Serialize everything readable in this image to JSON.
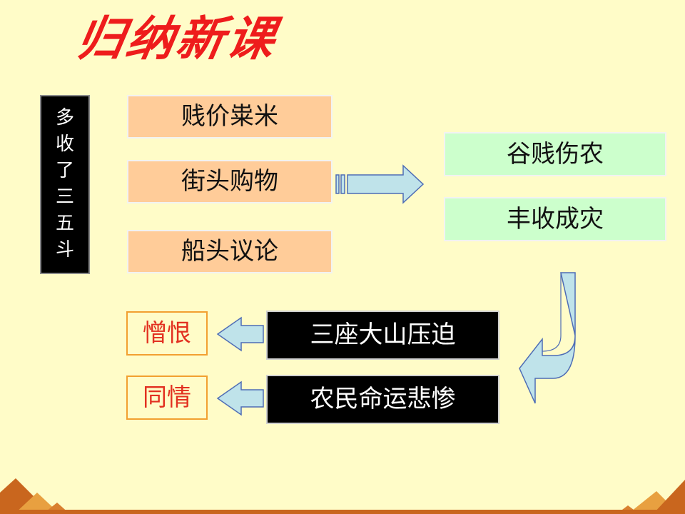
{
  "title": "归纳新课",
  "left_vertical": [
    "多",
    "收",
    "了",
    "三",
    "五",
    "斗"
  ],
  "left_boxes": [
    "贱价粜米",
    "街头购物",
    "船头议论"
  ],
  "right_boxes": [
    "谷贱伤农",
    "丰收成灾"
  ],
  "bottom_boxes": [
    "三座大山压迫",
    "农民命运悲惨"
  ],
  "feeling_boxes": [
    "憎恨",
    "同情"
  ],
  "colors": {
    "background": "#FFFCC8",
    "title": "#EE1C1C",
    "peach": "#FFCC99",
    "green": "#CCFFCC",
    "arrow_fill": "#BFE3EA",
    "arrow_stroke": "#4E6CB5"
  }
}
